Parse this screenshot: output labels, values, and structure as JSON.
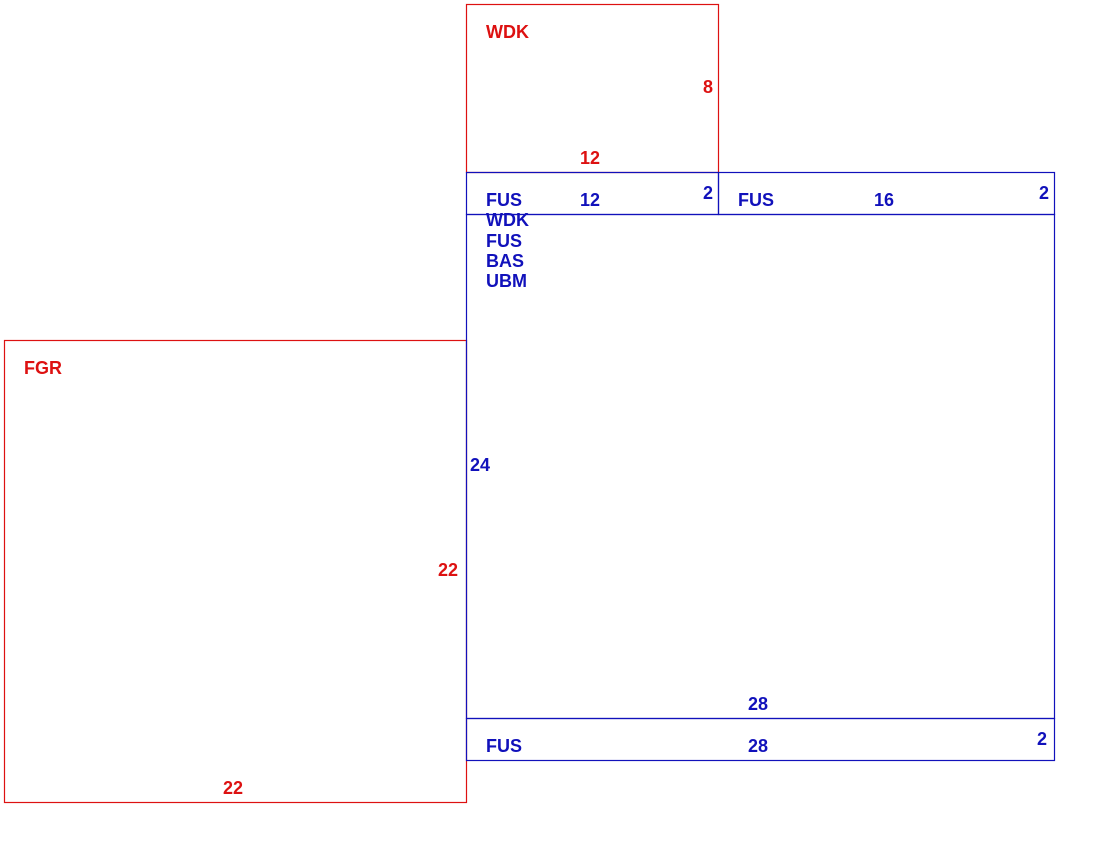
{
  "colors": {
    "red": "#dd1111",
    "blue": "#1111bb"
  },
  "blocks": [
    {
      "id": "wdk",
      "name": "WDK",
      "color": "red",
      "width_label": "12",
      "height_label": "8"
    },
    {
      "id": "fgr",
      "name": "FGR",
      "color": "red",
      "width_label": "22",
      "height_label": "22"
    },
    {
      "id": "fus-top-left",
      "name": "FUS",
      "color": "blue",
      "width_label": "12",
      "height_label": "2"
    },
    {
      "id": "fus-top-right",
      "name": "FUS",
      "color": "blue",
      "width_label": "16",
      "height_label": "2"
    },
    {
      "id": "main-area",
      "names": [
        "WDK",
        "FUS",
        "BAS",
        "UBM"
      ],
      "color": "blue",
      "width_label": "28",
      "height_label": "24"
    },
    {
      "id": "fus-bottom",
      "name": "FUS",
      "color": "blue",
      "width_label": "28",
      "height_label": "2"
    }
  ]
}
